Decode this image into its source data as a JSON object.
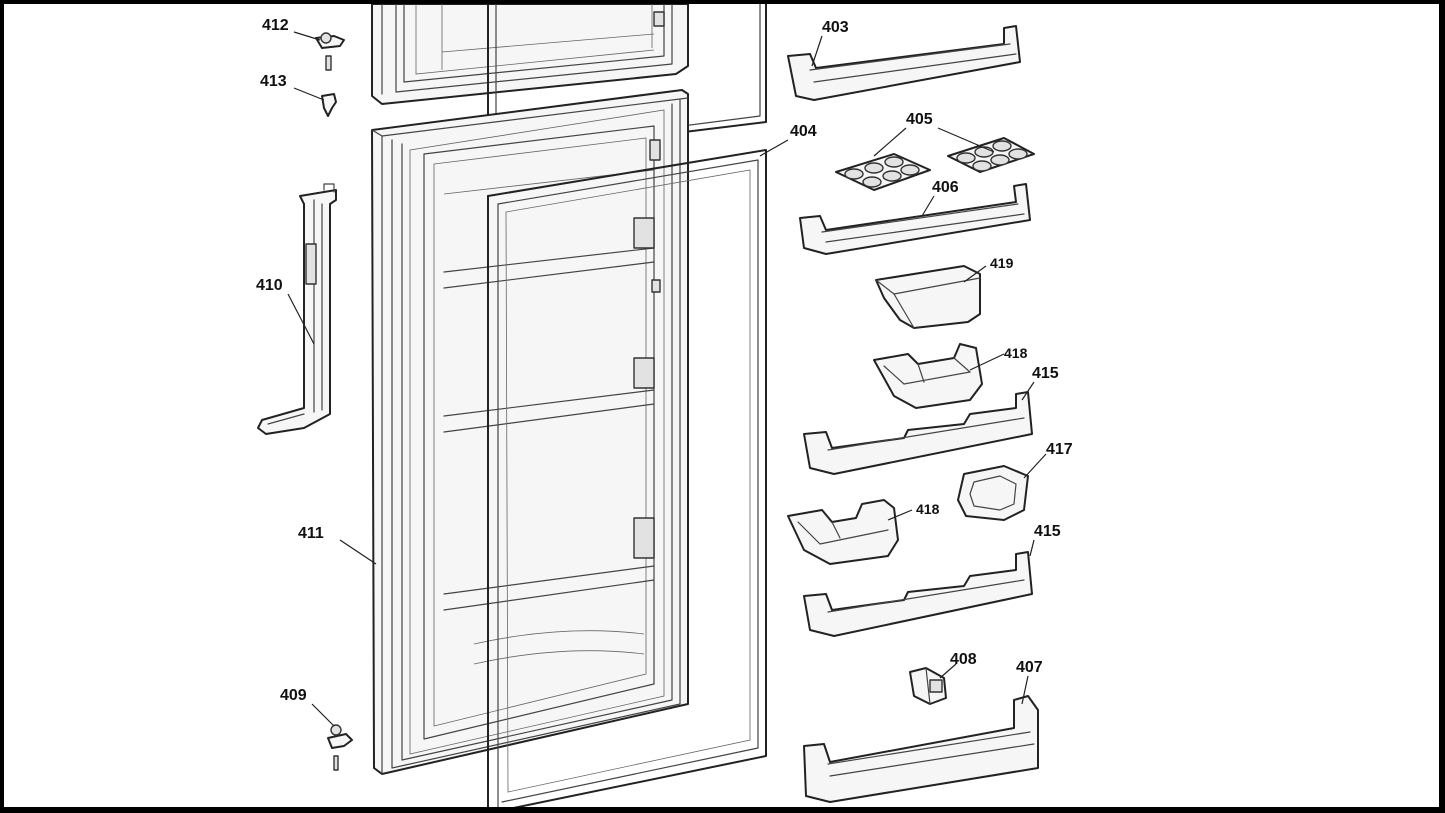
{
  "diagram": {
    "callouts": {
      "c412": "412",
      "c413": "413",
      "c410": "410",
      "c411": "411",
      "c409": "409",
      "c403": "403",
      "c404": "404",
      "c405": "405",
      "c406": "406",
      "c419": "419",
      "c418a": "418",
      "c415a": "415",
      "c417": "417",
      "c418b": "418",
      "c415b": "415",
      "c408": "408",
      "c407": "407"
    }
  }
}
